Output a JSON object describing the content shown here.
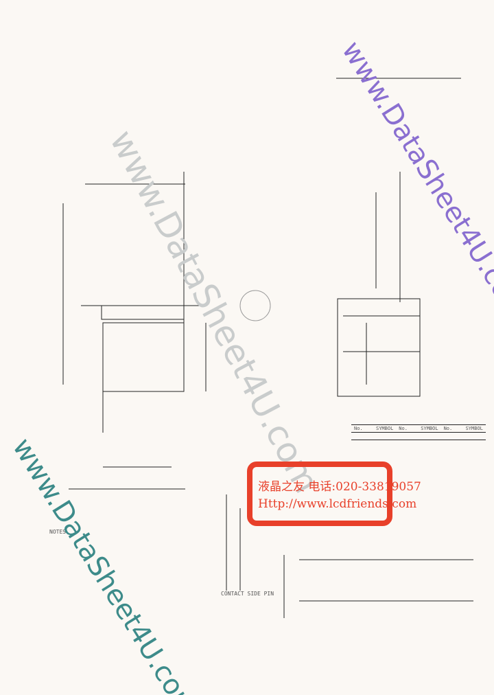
{
  "watermarks": {
    "text": "www.DataSheet4U.com",
    "color_gray": "#c9cccc",
    "color_purple": "#8a6fd0",
    "color_teal": "#3d8b8a"
  },
  "stamp": {
    "line1": "液晶之友 电话:020-33819057",
    "line2": "Http://www.lcdfriends.com",
    "color": "#e8402a"
  },
  "drawing": {
    "notes_label": "NOTES",
    "pin_header": [
      "No.",
      "SYMBOL",
      "No.",
      "SYMBOL",
      "No.",
      "SYMBOL"
    ],
    "pin_diagram_label": "CONTACT SIDE PIN"
  }
}
